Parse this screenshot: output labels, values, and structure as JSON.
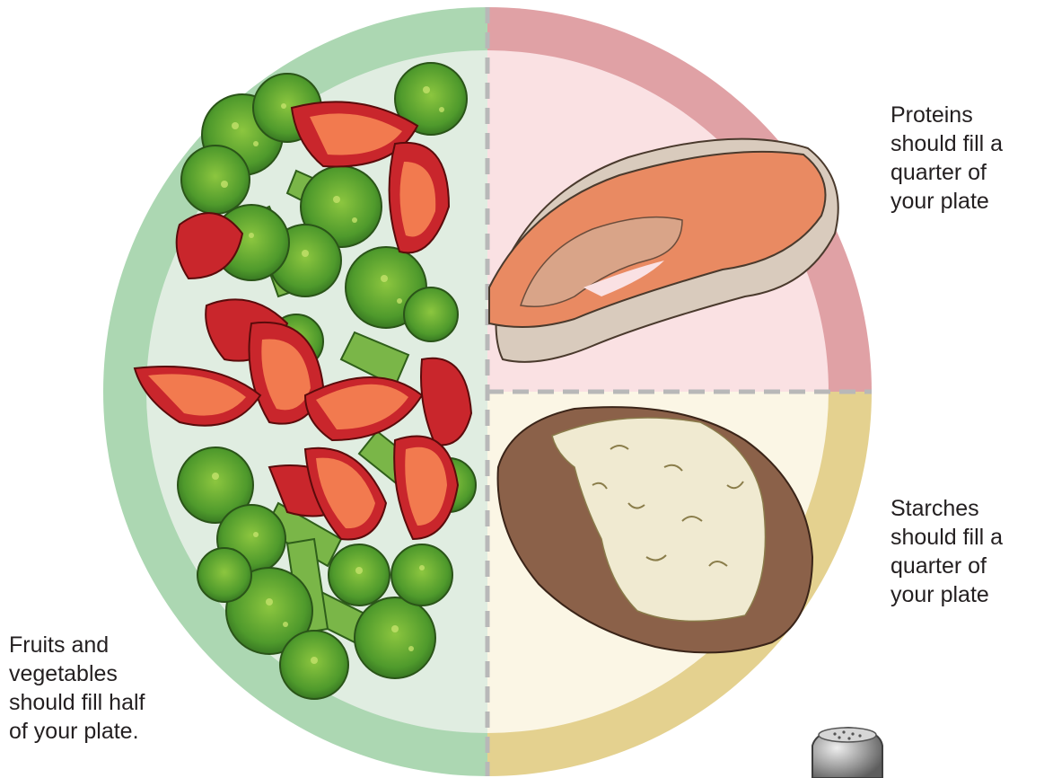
{
  "labels": {
    "vegetables": [
      "Fruits and",
      "vegetables",
      "should fill half",
      "of your plate."
    ],
    "proteins": [
      "Proteins",
      "should fill a",
      "quarter of",
      "your plate"
    ],
    "starches": [
      "Starches",
      "should fill a",
      "quarter of",
      "your plate"
    ]
  },
  "colors": {
    "veg_rim": "#acd7b2",
    "veg_inner": "#e0ede1",
    "protein_rim": "#e0a1a5",
    "protein_inner": "#fae1e3",
    "starch_rim": "#e4d18f",
    "starch_inner": "#fbf6e5",
    "divider": "#b8b8b8"
  },
  "icons": [
    "broccoli-icon",
    "tomato-wedge-icon",
    "salmon-steak-icon",
    "baked-potato-icon",
    "salt-shaker-icon"
  ]
}
